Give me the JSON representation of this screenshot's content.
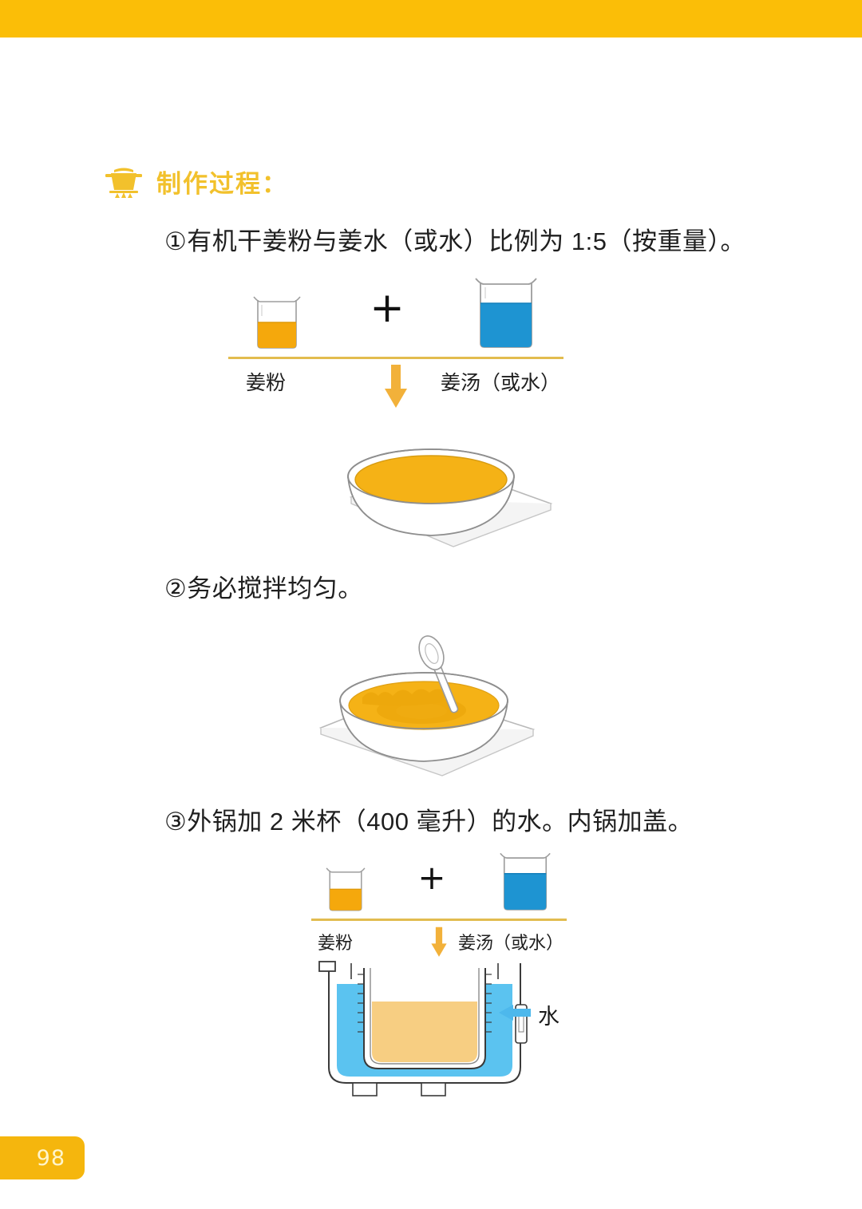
{
  "page": {
    "number": "98",
    "banner_color": "#fbbe07",
    "badge_color": "#f5b60d",
    "background": "#ffffff"
  },
  "section": {
    "icon": "cooking-pot-icon",
    "heading": "制作过程：",
    "heading_color": "#f2c12c"
  },
  "steps": [
    {
      "id": "step-1",
      "text": "①有机干姜粉与姜水（或水）比例为 1:5（按重量）。",
      "illustration": "beakers-plus-bowl-on-tray"
    },
    {
      "id": "step-2",
      "text": "②务必搅拌均匀。",
      "illustration": "bowl-with-spoon-stirring"
    },
    {
      "id": "step-3",
      "text": "③外锅加 2 米杯（400 毫升）的水。内锅加盖。",
      "illustration": "rice-cooker-cross-section"
    }
  ],
  "mix_diagram": {
    "left_label": "姜粉",
    "right_label": "姜汤（或水）",
    "operator": "+",
    "arrow": "down-arrow",
    "rule_color": "#e2bc4f",
    "arrow_color": "#f2b13a",
    "powder_color": "#f5a80c",
    "liquid_color": "#1e94d2"
  },
  "cooker": {
    "water_label": "水",
    "water_arrow": "left-arrow",
    "outer_water_color": "#5bc3f0",
    "inner_content_color": "#f7ce82",
    "arrow_color": "#4db8ec"
  },
  "bowl": {
    "soup_color": "#f5b216",
    "tray_color": "#ffffff",
    "outline_color": "#9a9a9a"
  }
}
